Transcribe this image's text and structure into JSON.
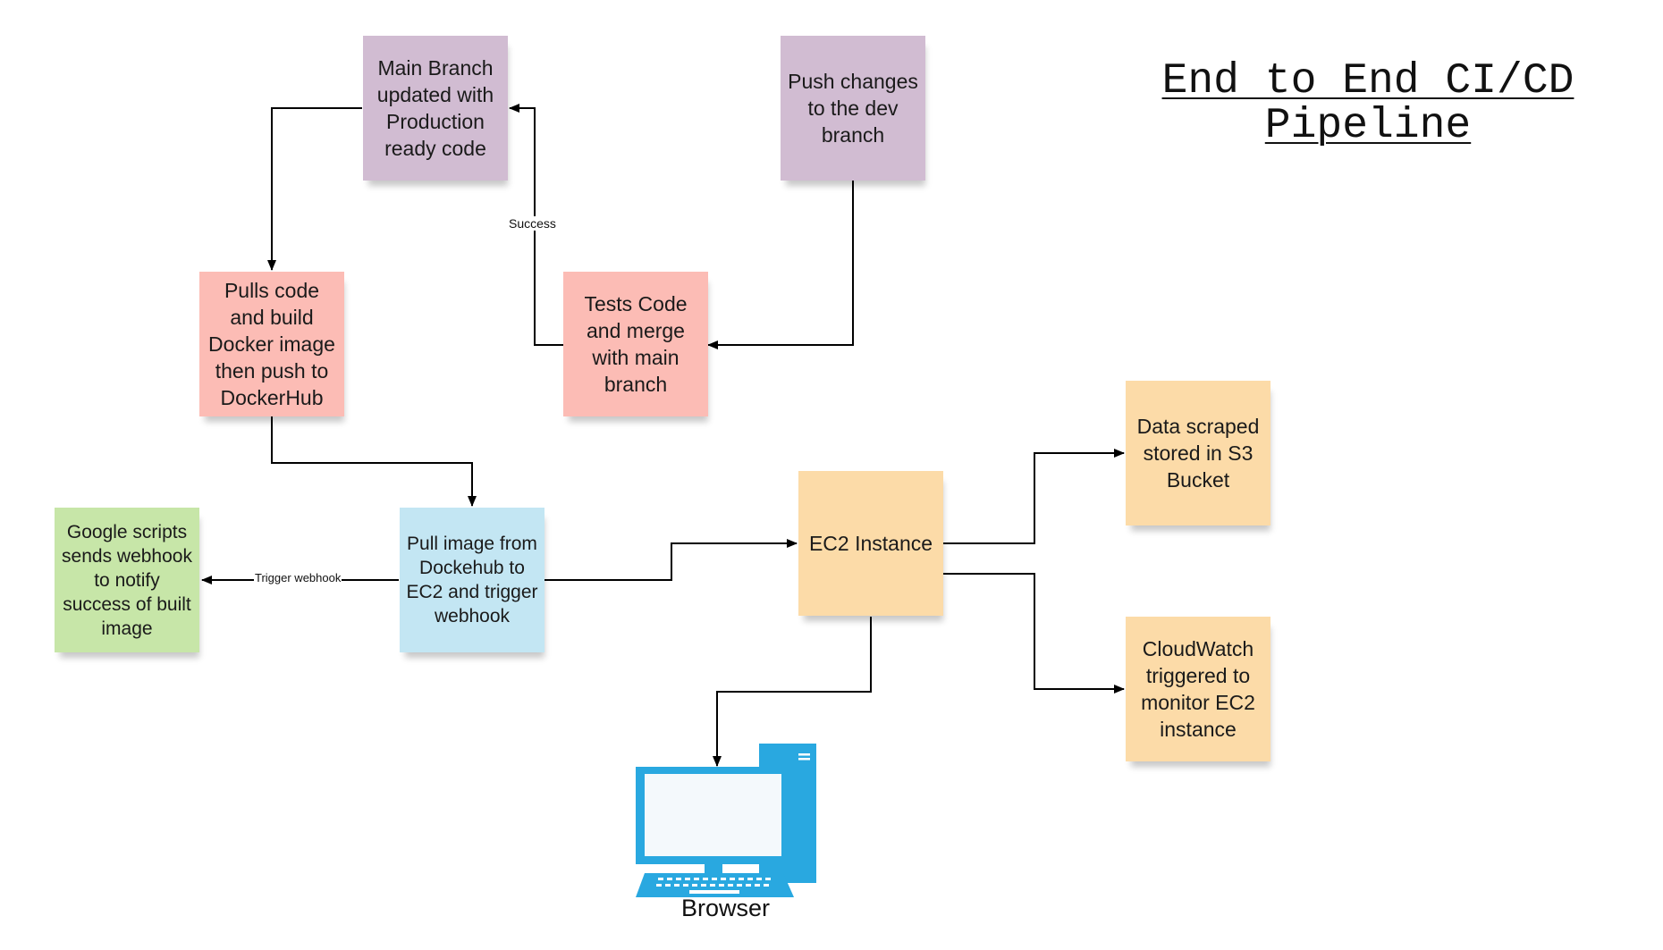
{
  "title": {
    "line1": "End to End CI/CD",
    "line2": "Pipeline"
  },
  "nodes": {
    "main_branch": "Main Branch updated with Production ready code",
    "push_changes": "Push changes to the dev branch",
    "pulls_code": "Pulls code and build Docker image then push to DockerHub",
    "tests_code": "Tests Code and merge with main branch",
    "pull_image": "Pull image from Dockehub to EC2 and trigger webhook",
    "google_scripts": "Google scripts sends webhook to notify success of built image",
    "ec2_instance": "EC2 Instance",
    "data_scraped": "Data scraped stored in S3 Bucket",
    "cloudwatch": "CloudWatch triggered to monitor EC2 instance"
  },
  "edges": {
    "success_label": "Success",
    "webhook_label": "Trigger webhook"
  },
  "browser": {
    "label": "Browser",
    "icon": "desktop-computer-icon"
  },
  "colors": {
    "purple": "#d1bcd2",
    "pink": "#fcbcb5",
    "blue": "#c3e6f3",
    "green": "#c7e6a8",
    "orange": "#fcdba8",
    "computer": "#29a8e0"
  }
}
